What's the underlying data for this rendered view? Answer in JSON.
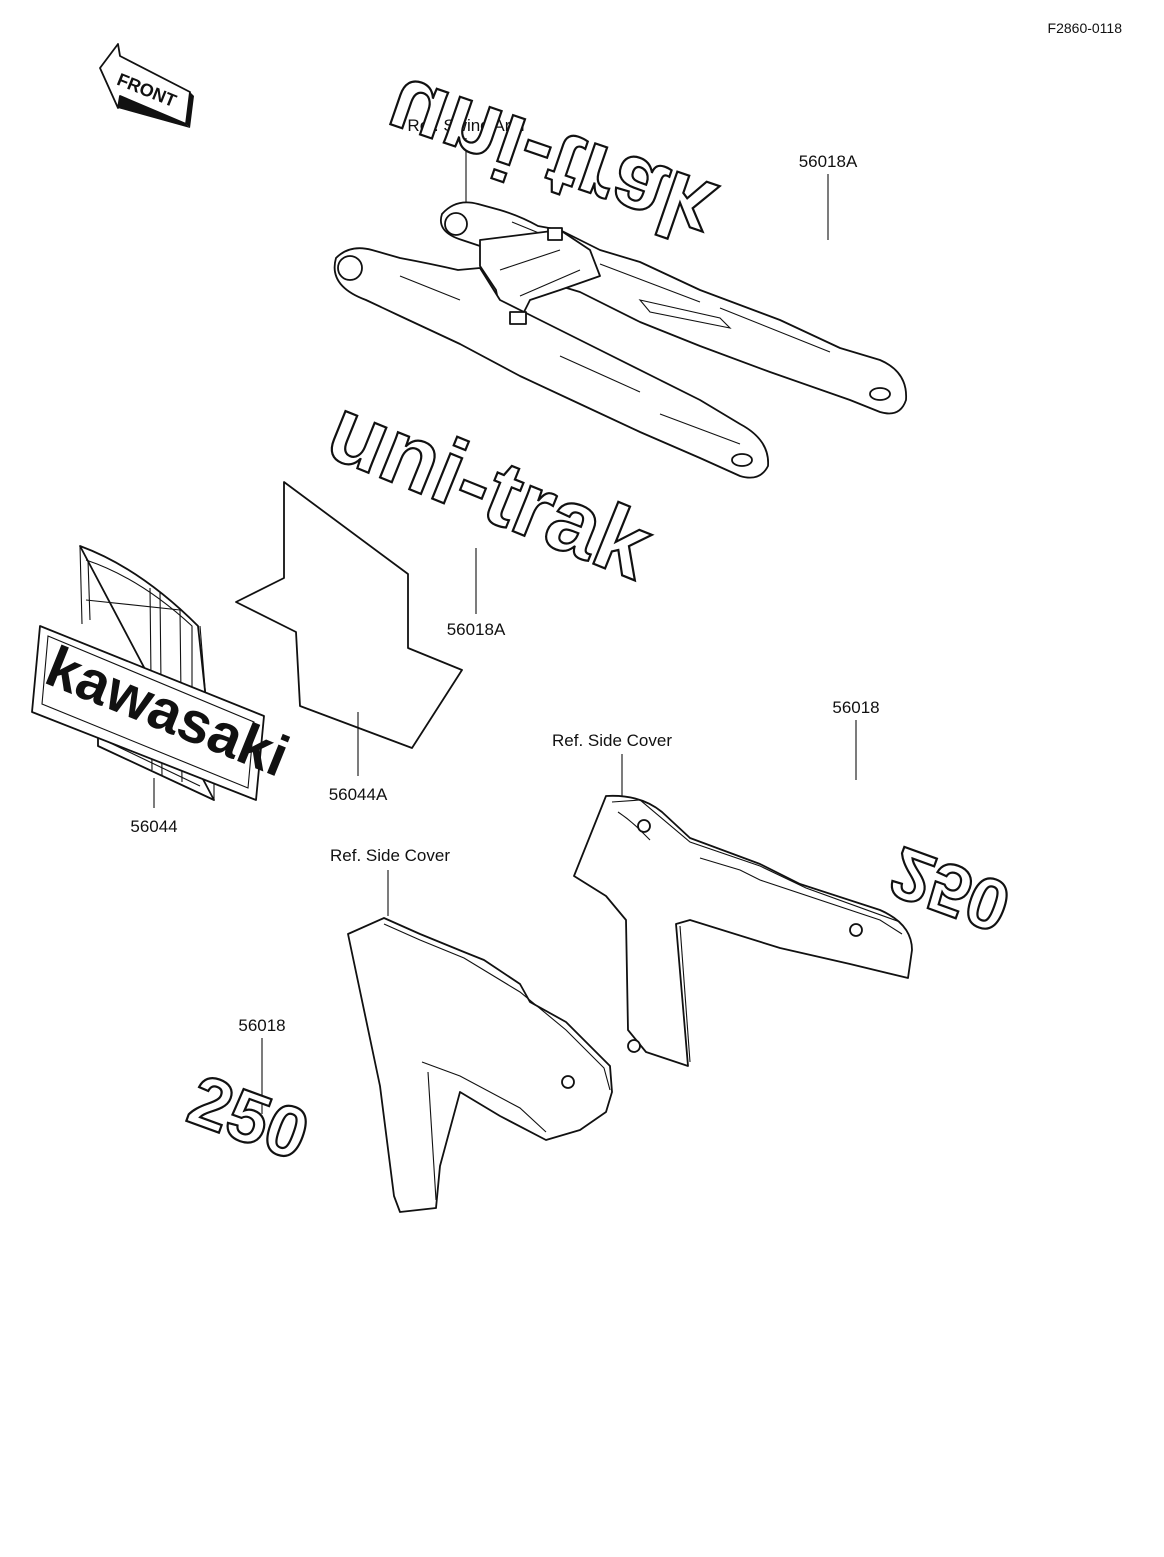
{
  "diagram_code": "F2860-0118",
  "front_arrow": {
    "label": "FRONT"
  },
  "references": {
    "swing_arm": "Ref.  Swing Arm",
    "side_cover_right": "Ref. Side Cover",
    "side_cover_left": "Ref.  Side Cover"
  },
  "parts": {
    "uni_trak_top": {
      "number": "56018A",
      "decal_text": "uni-trak"
    },
    "uni_trak_mid": {
      "number": "56018A",
      "decal_text": "uni-trak"
    },
    "kawasaki": {
      "number": "56044",
      "decal_text": "kawasaki"
    },
    "panel": {
      "number": "56044A"
    },
    "emblem_right": {
      "number": "56018",
      "decal_text": "250"
    },
    "emblem_left": {
      "number": "56018",
      "decal_text": "250"
    }
  }
}
